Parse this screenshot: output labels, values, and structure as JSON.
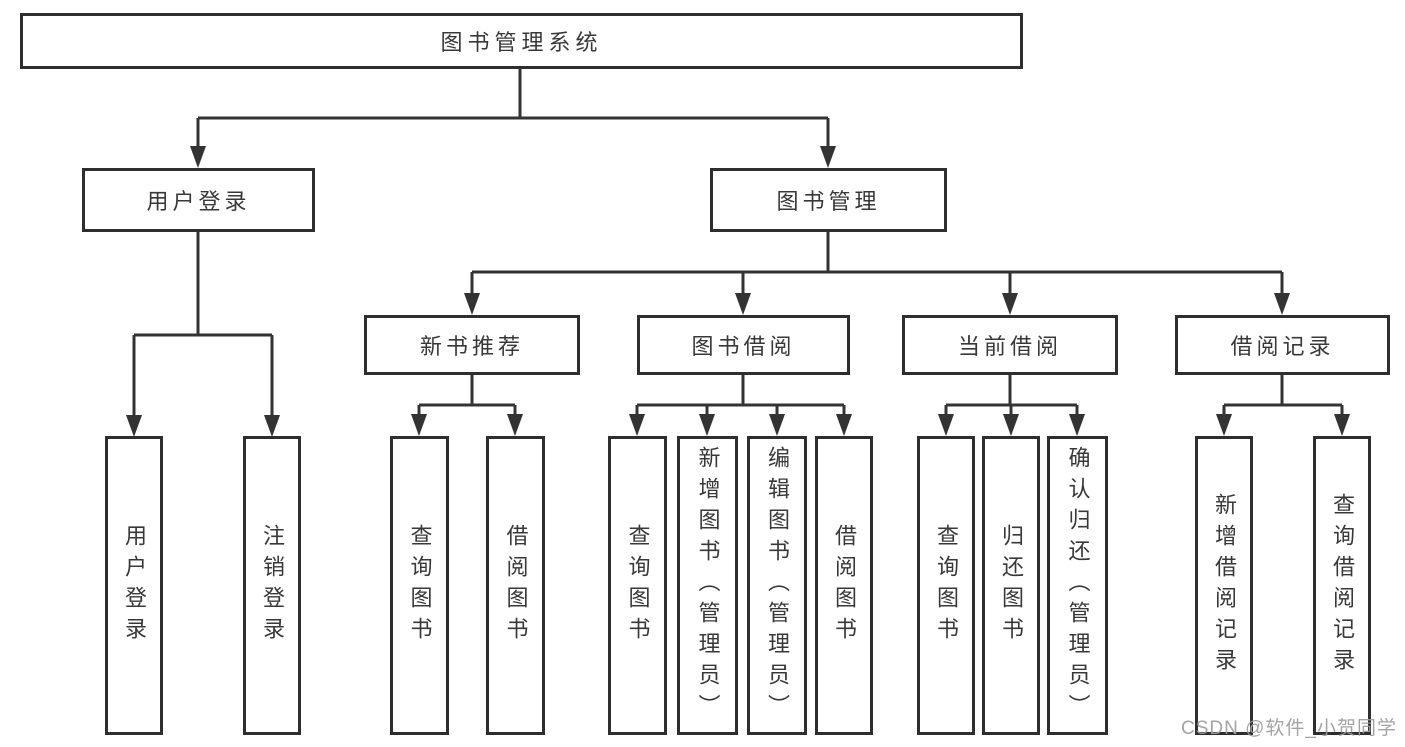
{
  "tree": {
    "label": "图书管理系统",
    "children": [
      {
        "label": "用户登录",
        "children": [
          {
            "label": "用户登录"
          },
          {
            "label": "注销登录"
          }
        ]
      },
      {
        "label": "图书管理",
        "children": [
          {
            "label": "新书推荐",
            "children": [
              {
                "label": "查询图书"
              },
              {
                "label": "借阅图书"
              }
            ]
          },
          {
            "label": "图书借阅",
            "children": [
              {
                "label": "查询图书"
              },
              {
                "label": "新增图书（管理员）"
              },
              {
                "label": "编辑图书（管理员）"
              },
              {
                "label": "借阅图书"
              }
            ]
          },
          {
            "label": "当前借阅",
            "children": [
              {
                "label": "查询图书"
              },
              {
                "label": "归还图书"
              },
              {
                "label": "确认归还（管理员）"
              }
            ]
          },
          {
            "label": "借阅记录",
            "children": [
              {
                "label": "新增借阅记录"
              },
              {
                "label": "查询借阅记录"
              }
            ]
          }
        ]
      }
    ]
  },
  "watermark": "CSDN @软件_小贺同学",
  "colors": {
    "background": "#ffffff",
    "line": "#333333",
    "box_border": "#2e2e2e",
    "text": "#383838",
    "watermark": "#9e9e9e"
  }
}
